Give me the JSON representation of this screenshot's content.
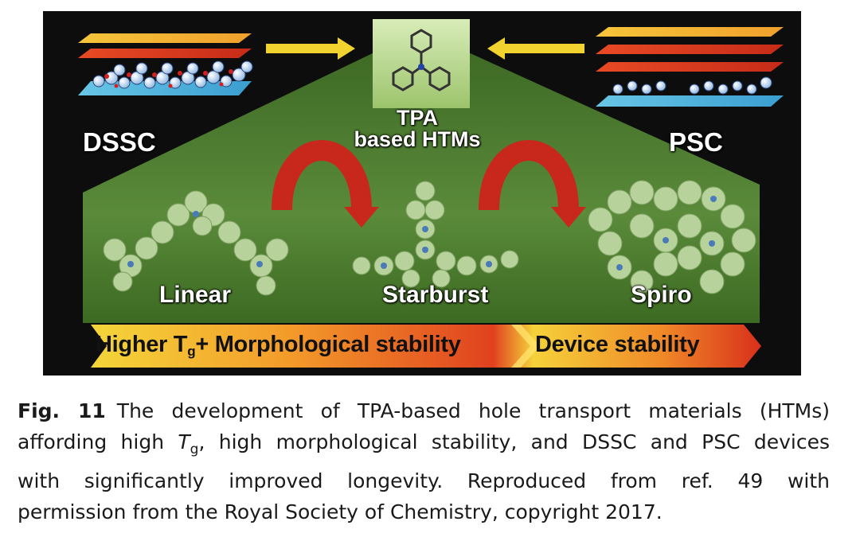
{
  "figure": {
    "dssc_label": "DSSC",
    "psc_label": "PSC",
    "tpa_label_line1": "TPA",
    "tpa_label_line2": "based HTMs",
    "linear_label": "Linear",
    "starburst_label": "Starburst",
    "spiro_label": "Spiro",
    "banner_part1": "Higher T",
    "banner_sub": "g",
    "banner_part2": "+ Morphological stability",
    "banner_part3": "Device stability",
    "colors": {
      "background": "#0d0d0d",
      "panel_green": "#4a7a2e",
      "arrow_red": "#c8281c",
      "arrow_yellow": "#f2d22e",
      "molecule_green": "#a9c98a"
    }
  },
  "caption": {
    "label": "Fig. 11",
    "line1": "The development of TPA-based hole transport materials (HTMs)",
    "line2_pre": "affording high ",
    "line2_T": "T",
    "line2_sub": "g",
    "line2_post": ", high morphological stability, and DSSC and PSC devices",
    "line3": "with significantly improved longevity. Reproduced from ref. 49 with",
    "line4": "permission from the Royal Society of Chemistry, copyright 2017."
  }
}
